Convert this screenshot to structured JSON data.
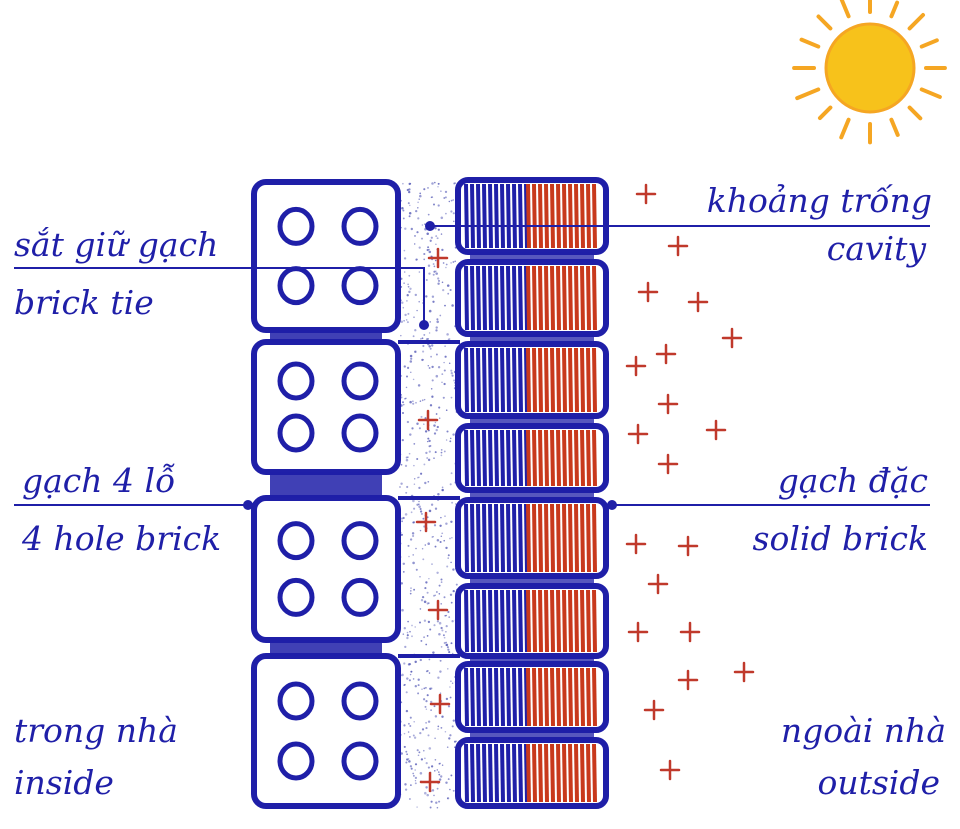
{
  "labels": {
    "cavity_vi": "khoảng trống",
    "cavity_en": "cavity",
    "tie_vi": "sắt giữ gạch",
    "tie_en": "brick tie",
    "hole_vi": "gạch 4 lỗ",
    "hole_en": "4 hole brick",
    "solid_vi": "gạch đặc",
    "solid_en": "solid brick",
    "inside_vi": "trong nhà",
    "inside_en": "inside",
    "outside_vi": "ngoài nhà",
    "outside_en": "outside"
  },
  "colors": {
    "ink": "#1f1fa8",
    "brick_red": "#c8391c",
    "heat_plus": "#c0392b",
    "sun_fill": "#f7c21b",
    "sun_ray": "#f5a623",
    "cavity_dot": "#5a5fb8"
  },
  "icons": {
    "sun": "sun-icon",
    "heat": "heat-plus-icon"
  }
}
